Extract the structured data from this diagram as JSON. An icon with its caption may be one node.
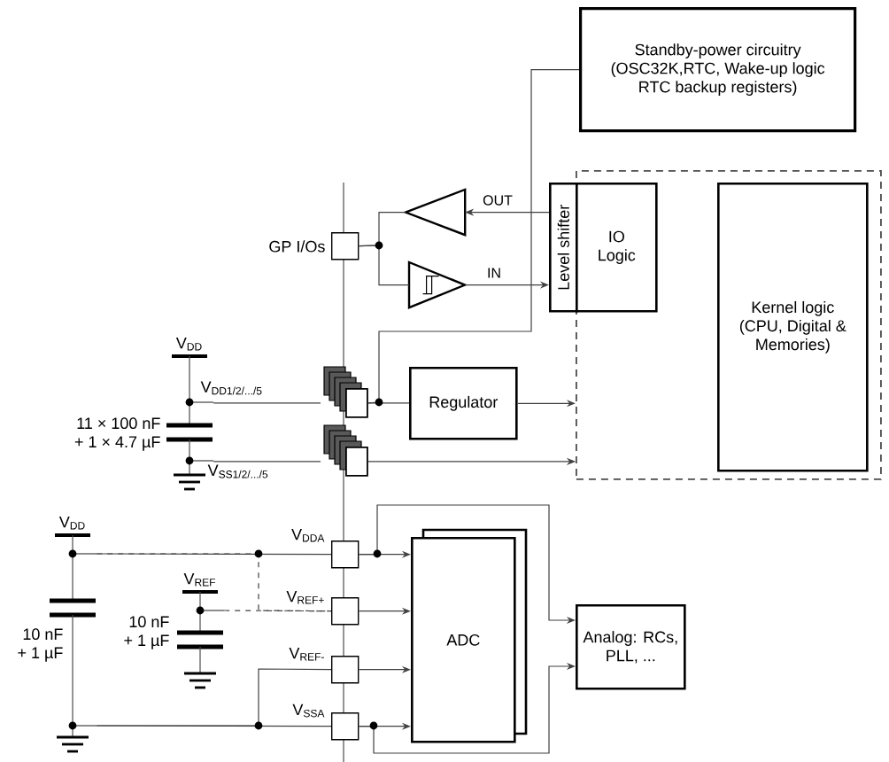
{
  "diagram": {
    "nodes": [
      {
        "text": [
          "Standby-power circuitry",
          "(OSC32K,RTC, Wake-up logic RTC backup registers)"
        ]
      },
      {
        "text": [],
        "shape": "box"
      },
      {
        "text": [
          "Level shifter"
        ]
      },
      {
        "text": [
          "IO Logic"
        ],
        "in": 1
      },
      {
        "text": [
          "Kernel logic (CPU, Digital & Memories)"
        ],
        "in": 1
      },
      {
        "text": [],
        "shape": "triangle"
      },
      {
        "text": [],
        "shape": "triangle"
      },
      {
        "text": [],
        "shape": "box",
        "beside": [
          "GP I/Os"
        ]
      },
      {
        "text": [],
        "shape": "box"
      },
      {
        "text": [],
        "shape": "box"
      },
      {
        "text": [
          "Regulator"
        ]
      },
      {
        "text": [],
        "shape": "box",
        "beside": [
          "V$_{DDA}$"
        ]
      },
      {
        "text": [],
        "shape": "box",
        "beside": [
          "V$_{REF+}$"
        ]
      },
      {
        "text": [],
        "shape": "box",
        "beside": [
          "V$_{REF-}$"
        ]
      },
      {
        "text": [],
        "shape": "box",
        "beside": [
          "V$_{SSA}$"
        ]
      },
      {
        "text": [
          "ADC"
        ]
      },
      {
        "text": [
          "Analog: RCs, PLL, ..."
        ]
      },
      {
        "text": [],
        "shape": "capacitor",
        "beside": [
          "V$_{DD}$",
          "11 × 100 nF + 1 × 4.7 µF"
        ]
      },
      {
        "text": [],
        "shape": "capacitor",
        "beside": [
          "V$_{DD}$",
          "10 nF + 1 µF"
        ]
      },
      {
        "text": [],
        "shape": "capacitor",
        "beside": [
          "V$_{REF}$",
          "10 nF + 1 µF"
        ]
      }
    ],
    "edges": [
      {
        "from": 0,
        "to": 8,
        "arrow": "none"
      },
      {
        "from": 2,
        "to": 5,
        "arrow": "to",
        "label": "OUT"
      },
      {
        "from": 6,
        "to": 2,
        "arrow": "to",
        "label": "IN"
      },
      {
        "from": 7,
        "to": 5,
        "arrow": "none"
      },
      {
        "from": 7,
        "to": 6,
        "arrow": "none"
      },
      {
        "from": 8,
        "to": 10,
        "arrow": "none"
      },
      {
        "from": 10,
        "to": 1,
        "arrow": "to"
      },
      {
        "from": 9,
        "to": 1,
        "arrow": "to"
      },
      {
        "from": 11,
        "to": 15,
        "arrow": "to"
      },
      {
        "from": 12,
        "to": 15,
        "arrow": "to"
      },
      {
        "from": 13,
        "to": 15,
        "arrow": "to"
      },
      {
        "from": 14,
        "to": 15,
        "arrow": "to"
      },
      {
        "from": 11,
        "to": 16,
        "arrow": "to"
      },
      {
        "from": 14,
        "to": 16,
        "arrow": "to"
      },
      {
        "from": 17,
        "to": 8,
        "arrow": "none"
      },
      {
        "from": 17,
        "to": 9,
        "arrow": "none"
      },
      {
        "from": 18,
        "to": 11,
        "arrow": "none"
      },
      {
        "from": 19,
        "to": 12,
        "arrow": "none",
        "style": "dashed"
      },
      {
        "from": 18,
        "to": 13,
        "arrow": "none"
      },
      {
        "from": 18,
        "to": 14,
        "arrow": "none"
      },
      {
        "from": 18,
        "to": 12,
        "arrow": "none",
        "style": "dashed"
      }
    ],
    "labels": [
      "V$_{DD1/2/.../5}$",
      "V$_{SS1/2/.../5}$"
    ]
  }
}
